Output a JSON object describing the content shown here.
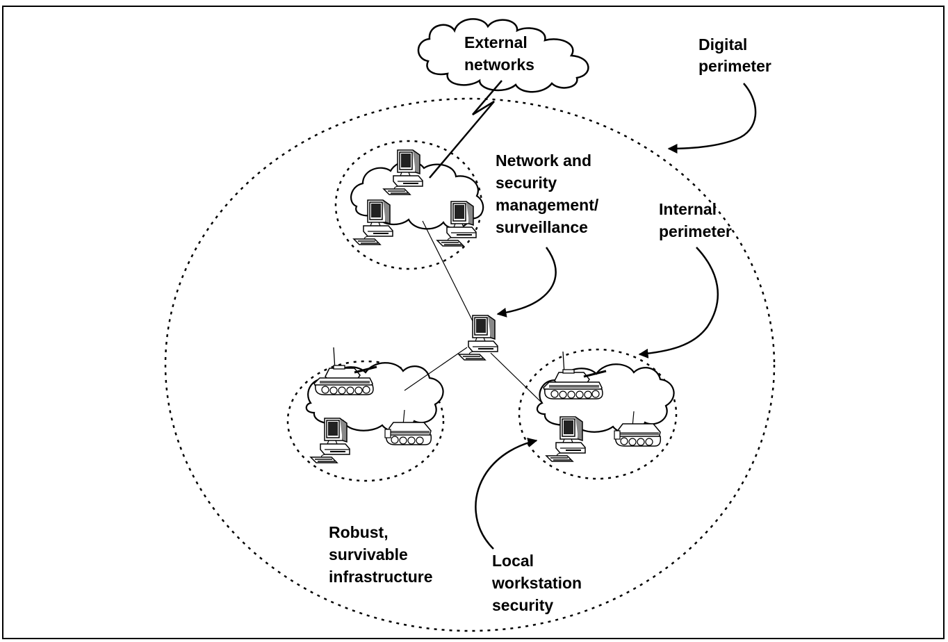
{
  "labels": {
    "external_networks": [
      "External",
      "networks"
    ],
    "digital_perimeter": [
      "Digital",
      "perimeter"
    ],
    "network_security_management": [
      "Network and",
      "security",
      "management/",
      "surveillance"
    ],
    "internal_perimeter": [
      "Internal",
      "perimeter"
    ],
    "robust_infrastructure": [
      "Robust,",
      "survivable",
      "infrastructure"
    ],
    "local_workstation_security": [
      "Local",
      "workstation",
      "security"
    ]
  },
  "icons": {
    "workstation": "computer-workstation-icon",
    "tank": "tank-icon",
    "cloud": "cloud-icon"
  },
  "colors": {
    "ink": "#000000",
    "background": "#ffffff"
  }
}
